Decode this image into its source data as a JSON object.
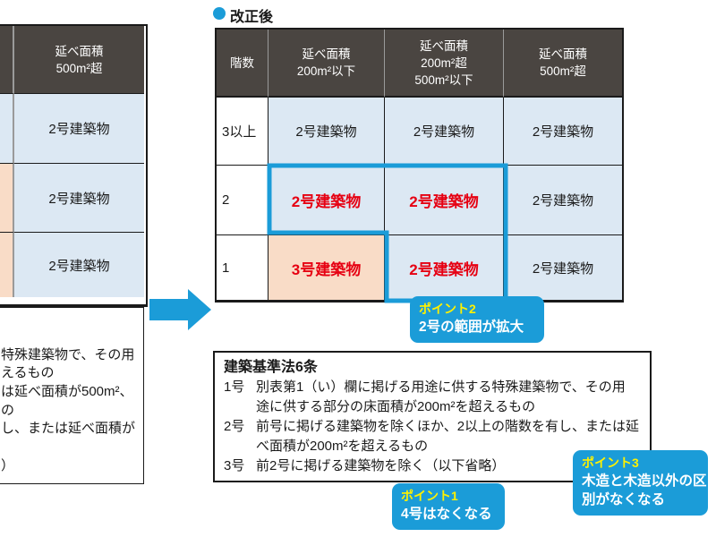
{
  "colors": {
    "accent_blue": "#1b9cd8",
    "alert_red": "#e60012",
    "badge_title_yellow": "#fff100",
    "header_bg": "#4a4541",
    "cell_blue": "#dce8f3",
    "cell_pink": "#f9dcc7",
    "border_dark": "#1a1a1a"
  },
  "label_after": {
    "text": "改正後"
  },
  "table_before": {
    "header": "延べ面積\n500m²超",
    "rows": [
      "2号建築物",
      "2号建築物",
      "2号建築物"
    ]
  },
  "table_after": {
    "col_headers": [
      "階数",
      "延べ面積\n200m²以下",
      "延べ面積\n200m²超\n500m²以下",
      "延べ面積\n500m²超"
    ],
    "rows": [
      {
        "label": "3以上",
        "cells": [
          {
            "text": "2号建築物"
          },
          {
            "text": "2号建築物"
          },
          {
            "text": "2号建築物"
          }
        ]
      },
      {
        "label": "2",
        "cells": [
          {
            "text": "2号建築物"
          },
          {
            "text": "2号建築物"
          },
          {
            "text": "2号建築物"
          }
        ]
      },
      {
        "label": "1",
        "cells": [
          {
            "text": "3号建築物"
          },
          {
            "text": "2号建築物"
          },
          {
            "text": "2号建築物"
          }
        ]
      }
    ]
  },
  "law_before": {
    "fragments": [
      "特殊建築物で、その用",
      "えるもの",
      "は延べ面積が500m²、",
      "の",
      "し、または延べ面積が",
      "）"
    ]
  },
  "law_box": {
    "title": "建築基準法6条",
    "items": [
      {
        "num": "1号",
        "text": "別表第1（い）欄に掲げる用途に供する特殊建築物で、その用\n途に供する部分の床面積が200m²を超えるもの"
      },
      {
        "num": "2号",
        "text": "前号に掲げる建築物を除くほか、2以上の階数を有し、または延\nべ面積が200m²を超えるもの"
      },
      {
        "num": "3号",
        "text": "前2号に掲げる建築物を除く（以下省略）"
      }
    ]
  },
  "points": [
    {
      "title": "ポイント1",
      "lines": [
        "4号はなくなる"
      ]
    },
    {
      "title": "ポイント2",
      "lines": [
        "2号の範囲が拡大"
      ]
    },
    {
      "title": "ポイント3",
      "lines": [
        "木造と木造以外の区",
        "別がなくなる"
      ]
    }
  ]
}
